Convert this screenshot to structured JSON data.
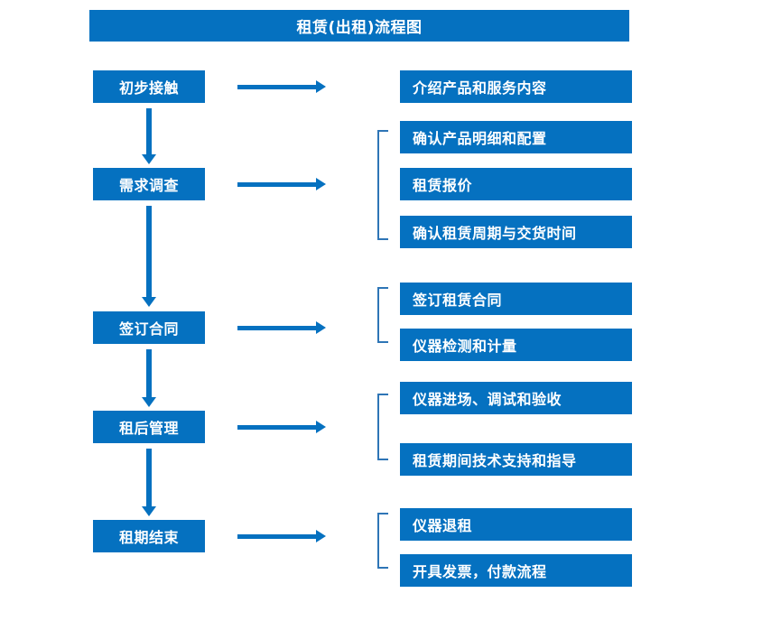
{
  "diagram": {
    "title": "租赁(出租)流程图",
    "accent_color": "#0571c0",
    "bracket_color": "#2e75b6",
    "title_text_color": "#ffffff",
    "node_text_color": "#ffffff",
    "background_color": "#ffffff"
  },
  "stages": [
    {
      "label": "初步接触"
    },
    {
      "label": "需求调查"
    },
    {
      "label": "签订合同"
    },
    {
      "label": "租后管理"
    },
    {
      "label": "租期结束"
    }
  ],
  "details": [
    {
      "label": "介绍产品和服务内容"
    },
    {
      "label": "确认产品明细和配置"
    },
    {
      "label": "租赁报价"
    },
    {
      "label": "确认租赁周期与交货时间"
    },
    {
      "label": "签订租赁合同"
    },
    {
      "label": "仪器检测和计量"
    },
    {
      "label": "仪器进场、调试和验收"
    },
    {
      "label": "租赁期间技术支持和指导"
    },
    {
      "label": "仪器退租"
    },
    {
      "label": "开具发票，付款流程"
    }
  ],
  "groups": [
    {
      "stage": "需求调查",
      "members": [
        "确认产品明细和配置",
        "租赁报价",
        "确认租赁周期与交货时间"
      ]
    },
    {
      "stage": "签订合同",
      "members": [
        "签订租赁合同",
        "仪器检测和计量"
      ]
    },
    {
      "stage": "租后管理",
      "members": [
        "仪器进场、调试和验收",
        "租赁期间技术支持和指导"
      ]
    },
    {
      "stage": "租期结束",
      "members": [
        "仪器退租",
        "开具发票，付款流程"
      ]
    }
  ],
  "icons": {
    "arrow_right": "right-arrow-icon",
    "arrow_down": "down-arrow-icon",
    "bracket": "group-bracket-icon"
  }
}
